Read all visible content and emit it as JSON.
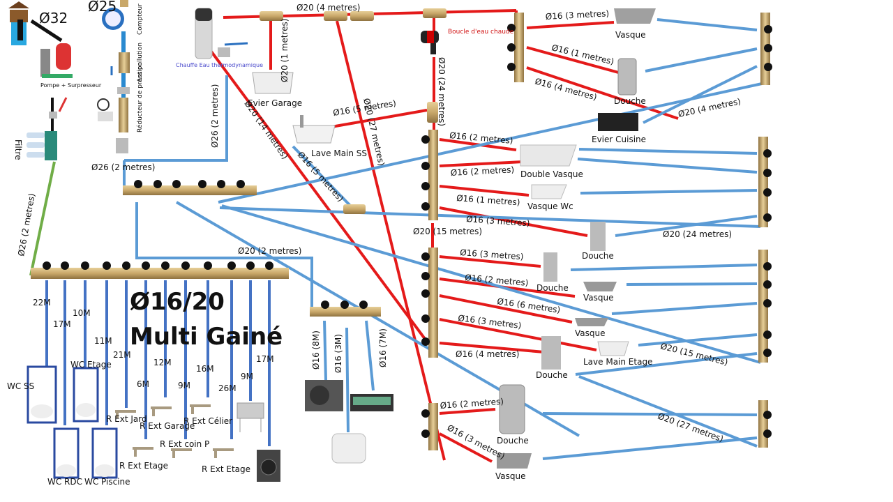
{
  "source": {
    "well_pipe": "Ø32",
    "meter_pipe": "Ø25",
    "pump_label": "Pompe + Surpresseur",
    "filter_label": "Filtre",
    "meter_label": "Compteur",
    "antipollution_label": "Antipollution",
    "reducer_label": "Réducteur de pression",
    "heater_label": "Chauffe Eau thermodynamique",
    "green_pipe": "Ø26 (2 metres)",
    "blue_feed_pipe": "Ø26 (2 metres)",
    "heater_feed_pipe": "Ø26 (2 metres)"
  },
  "hot_water": {
    "main_top": "Ø20 (4 metres)",
    "garage_drop": "Ø20 (1 metres)",
    "garage_sink": "Evier Garage",
    "loop_label": "Boucle d'eau chaude",
    "riser": "Ø20 (24 metres)",
    "diag_14": "Ø20 (14 metres)",
    "diag_27": "Ø20 (27 metres)",
    "lave_main_ss_pipe": "Ø16 (5 metres)",
    "lave_main_ss": "Lave Main SS",
    "riser_15": "Ø20 (15 metres)"
  },
  "cold_water": {
    "pipe_20_2": "Ø20 (2 metres)",
    "pipe_16_5": "Ø16 (5 metres)",
    "pipe_20_4": "Ø20 (4 metres)",
    "pipe_20_24": "Ø20 (24 metres)",
    "pipe_20_15": "Ø20 (15 metres)",
    "pipe_20_27": "Ø20 (27 metres)"
  },
  "manifold_top_right": {
    "branches": [
      {
        "pipe": "Ø16 (3 metres)",
        "fixture": "Vasque"
      },
      {
        "pipe": "Ø16 (1 metres)",
        "fixture": "Douche"
      },
      {
        "pipe": "Ø16 (4 metres)",
        "fixture": "Evier Cuisine"
      }
    ]
  },
  "manifold_mid": {
    "branches": [
      {
        "pipe": "Ø16 (2 metres)",
        "fixture": "Double Vasque"
      },
      {
        "pipe": "Ø16 (2 metres)",
        "fixture": ""
      },
      {
        "pipe": "Ø16 (1 metres)",
        "fixture": "Vasque Wc"
      },
      {
        "pipe": "Ø16 (3 metres)",
        "fixture": "Douche"
      }
    ]
  },
  "manifold_lower": {
    "branches": [
      {
        "pipe": "Ø16 (3 metres)",
        "fixture": "Douche"
      },
      {
        "pipe": "Ø16 (2 metres)",
        "fixture": "Vasque"
      },
      {
        "pipe": "Ø16 (6 metres)",
        "fixture": "Vasque"
      },
      {
        "pipe": "Ø16 (3 metres)",
        "fixture": "Lave Main Etage"
      },
      {
        "pipe": "Ø16 (4 metres)",
        "fixture": "Douche"
      }
    ]
  },
  "manifold_bottom": {
    "branches": [
      {
        "pipe": "Ø16 (2 metres)",
        "fixture": "Douche"
      },
      {
        "pipe": "Ø16 (3 metres)",
        "fixture": "Vasque"
      }
    ]
  },
  "multi_gaine": {
    "title_line1": "Ø16/20",
    "title_line2": "Multi Gainé",
    "lengths": [
      "22M",
      "17M",
      "10M",
      "11M",
      "21M",
      "6M",
      "12M",
      "9M",
      "16M",
      "26M",
      "9M",
      "17M"
    ],
    "fixtures": [
      "WC SS",
      "WC Etage",
      "WC RDC",
      "WC Piscine",
      "R Ext Jard",
      "R Ext Garage",
      "R Ext Célier",
      "R Ext coin P",
      "R Ext Etage",
      "R Ext Etage"
    ]
  },
  "pool": {
    "branches": [
      "Ø16 (8M)",
      "Ø16 (3M)",
      "Ø16 (7M)"
    ]
  },
  "colors": {
    "hot": "#e41a1a",
    "cold": "#5b9bd5",
    "green": "#70ad47",
    "brass": "#c9a86a"
  }
}
